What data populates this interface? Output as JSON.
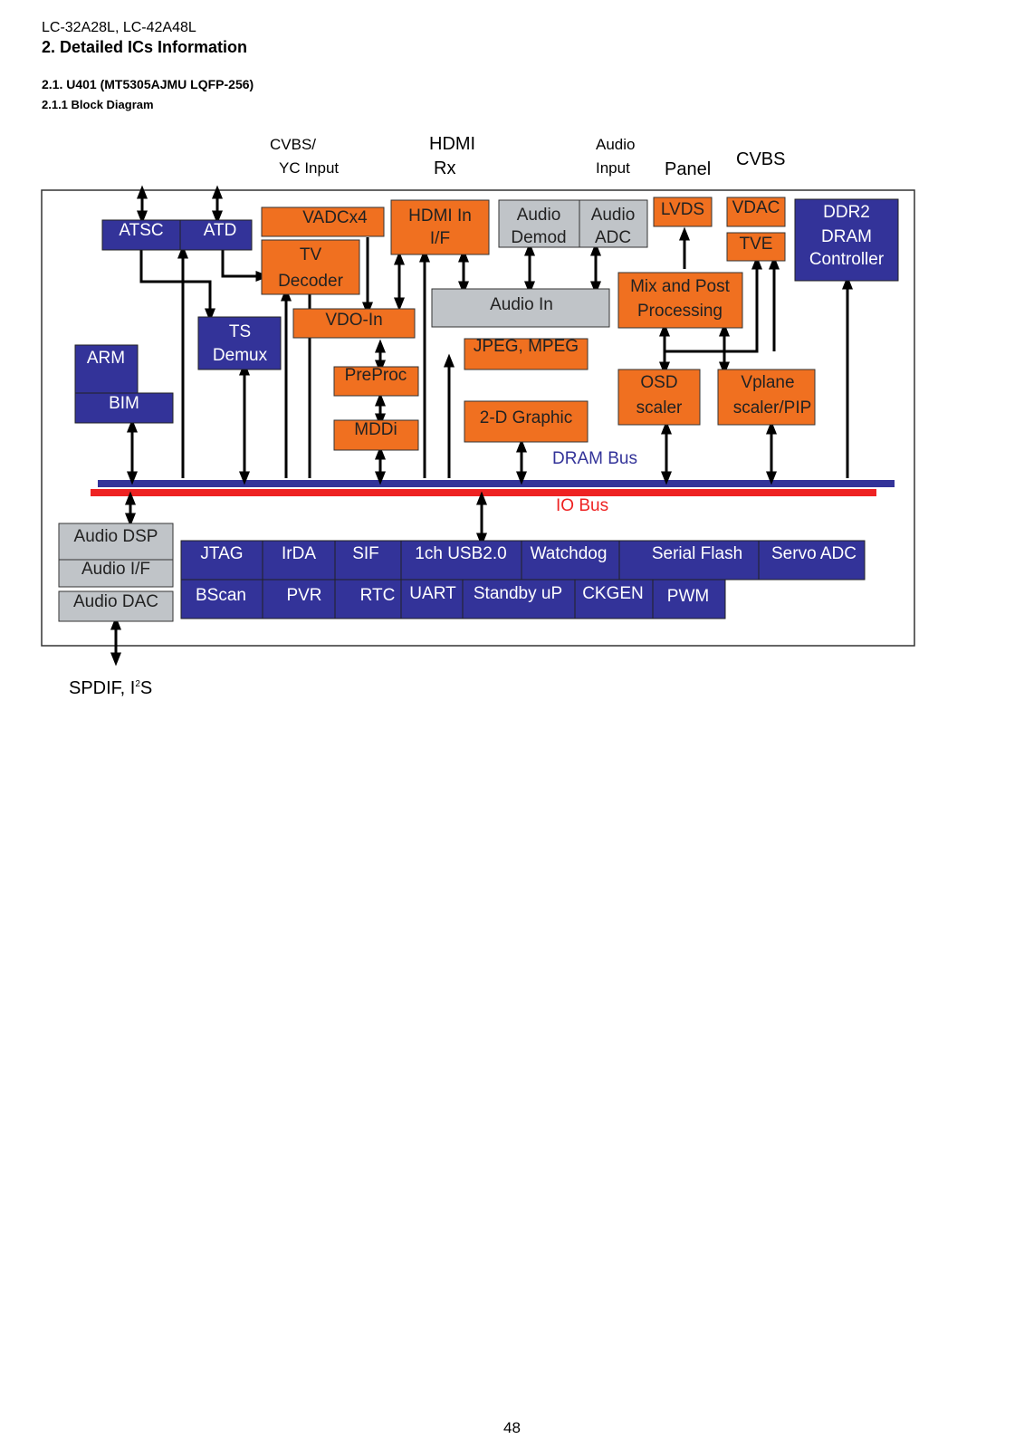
{
  "header": {
    "model": "LC-32A28L, LC-42A48L",
    "section": "2. Detailed ICs Information",
    "subsection": "2.1. U401 (MT5305AJMU LQFP-256)",
    "subsubsection": "2.1.1 Block Diagram"
  },
  "external_labels": {
    "cvbs_yc_1": "CVBS/",
    "cvbs_yc_2": "YC Input",
    "hdmi_1": "HDMI",
    "hdmi_2": "Rx",
    "audio_input_1": "Audio",
    "audio_input_2": "Input",
    "panel": "Panel",
    "cvbs": "CVBS",
    "spdif": "SPDIF, I",
    "spdif_sup": "2",
    "spdif_end": "S"
  },
  "blocks": {
    "atsc": "ATSC",
    "atd": "ATD",
    "vadc": "VADCx4",
    "tv_decoder_1": "TV",
    "tv_decoder_2": "Decoder",
    "hdmi_in_1": "HDMI In",
    "hdmi_in_2": "I/F",
    "audio_demod_1": "Audio",
    "audio_demod_2": "Demod",
    "audio_adc_1": "Audio",
    "audio_adc_2": "ADC",
    "lvds": "LVDS",
    "vdac": "VDAC",
    "tve": "TVE",
    "ddr2_1": "DDR2",
    "ddr2_2": "DRAM",
    "ddr2_3": "Controller",
    "ts_demux_1": "TS",
    "ts_demux_2": "Demux",
    "vdo_in": "VDO-In",
    "audio_in": "Audio In",
    "mix_post_1": "Mix and Post",
    "mix_post_2": "Processing",
    "arm": "ARM",
    "bim": "BIM",
    "jpeg_mpeg": "JPEG, MPEG",
    "preproc": "PreProc",
    "osd_1": "OSD",
    "osd_2": "scaler",
    "vplane_1": "Vplane",
    "vplane_2": "scaler/PIP",
    "mddi": "MDDi",
    "graphic_2d": "2-D Graphic",
    "dram_bus": "DRAM Bus",
    "io_bus": "IO Bus",
    "audio_dsp": "Audio DSP",
    "audio_if": "Audio I/F",
    "audio_dac": "Audio DAC",
    "jtag": "JTAG",
    "irda": "IrDA",
    "sif": "SIF",
    "usb": "1ch USB2.0",
    "watchdog": "Watchdog",
    "serial_flash": "Serial Flash",
    "servo_adc": "Servo ADC",
    "bscan": "BScan",
    "pvr": "PVR",
    "rtc": "RTC",
    "uart": "UART",
    "standby": "Standby uP",
    "ckgen": "CKGEN",
    "pwm": "PWM"
  },
  "colors": {
    "blue_block": "#333399",
    "orange_block": "#f07020",
    "gray_block": "#c0c4c8",
    "dram_bus": "#333399",
    "io_bus": "#ee2222"
  },
  "page_number": "48"
}
